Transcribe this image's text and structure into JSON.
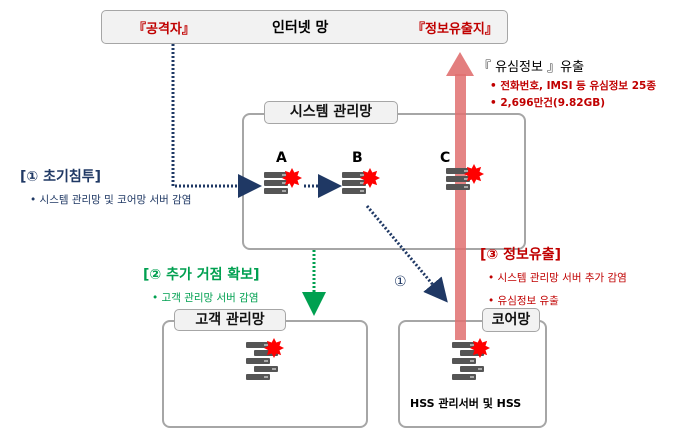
{
  "top_bar": {
    "attacker": "『공격자』",
    "internet": "인터넷 망",
    "leak_site": "『정보유출지』"
  },
  "leak": {
    "title": "『 유심정보 』유출",
    "bullets": [
      "• 전화번호, IMSI 등 유심정보 25종",
      "• 2,696만건(9.82GB)"
    ]
  },
  "system_net": {
    "label": "시스템 관리망",
    "servers": [
      "A",
      "B",
      "C"
    ]
  },
  "step1": {
    "title": "[① 초기침투]",
    "bullet": "• 시스템 관리망 및 코어망 서버 감염",
    "marker": "①"
  },
  "step2": {
    "title": "[② 추가 거점 확보]",
    "bullet": "• 고객 관리망 서버 감염"
  },
  "step3": {
    "title": "[③ 정보유출]",
    "bullets": [
      "• 시스템 관리망 서버 추가 감염",
      "• 유심정보 유출"
    ]
  },
  "customer_net": {
    "label": "고객 관리망"
  },
  "core_net": {
    "label": "코어망",
    "caption": "HSS 관리서버 및 HSS"
  },
  "colors": {
    "red": "#c00000",
    "navy": "#1f3864",
    "green": "#00a050",
    "arrow_red": "#e07070",
    "burst": "#ff0000"
  }
}
